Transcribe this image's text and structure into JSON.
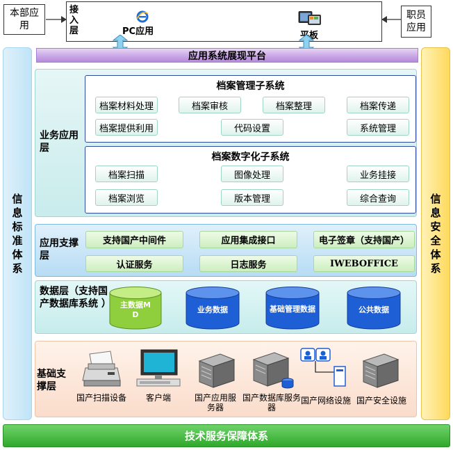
{
  "top": {
    "left_box": "本部应用",
    "right_box": "职员应用",
    "access_layer": "接入层",
    "pc_app": "PC应用",
    "tablet": "平板"
  },
  "platform": "应用系统展现平台",
  "left_column": "信息标准体系",
  "right_column": "信息安全体系",
  "business_layer": {
    "label": "业务应用层",
    "archive_mgmt": {
      "title": "档案管理子系统",
      "modules": [
        "档案材料处理",
        "档案审核",
        "档案整理",
        "档案传递",
        "档案提供利用",
        "代码设置",
        "系统管理"
      ]
    },
    "archive_digital": {
      "title": "档案数字化子系统",
      "modules": [
        "档案扫描",
        "图像处理",
        "业务挂接",
        "档案浏览",
        "版本管理",
        "综合查询"
      ]
    }
  },
  "support_layer": {
    "label": "应用支撑层",
    "modules": [
      "支持国产中间件",
      "应用集成接口",
      "电子签章（支持国产）",
      "认证服务",
      "日志服务",
      "IWEBOFFICE"
    ]
  },
  "data_layer": {
    "label": "数据层（支持国产数据库系统 ）",
    "stores": [
      "主数据MD",
      "业务数据",
      "基础管理数据",
      "公共数据"
    ]
  },
  "base_layer": {
    "label": "基础支撑层",
    "devices": [
      "国产扫描设备",
      "客户端",
      "国产应用服务器",
      "国产数据库服务器",
      "国产网络设施",
      "国产安全设施"
    ]
  },
  "bottom": "技术服务保障体系",
  "colors": {
    "platform": "#c8a3e6",
    "left_column": "#bfe4f7",
    "right_column": "#ffd95c",
    "data_green": "#8fce3c",
    "data_blue": "#1f5fd6",
    "bottom": "#2fa82b"
  }
}
